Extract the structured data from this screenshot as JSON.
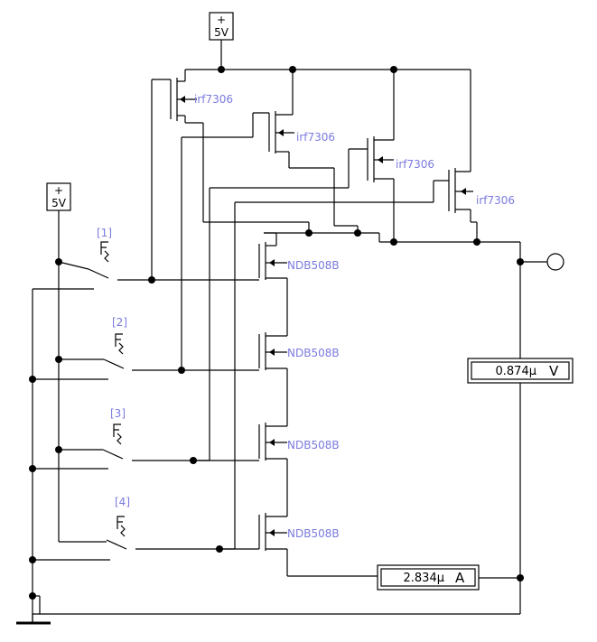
{
  "supplies": [
    {
      "plus": "+",
      "label": "5V"
    },
    {
      "plus": "+",
      "label": "5V"
    }
  ],
  "pmos": [
    {
      "label": "irf7306"
    },
    {
      "label": "irf7306"
    },
    {
      "label": "irf7306"
    },
    {
      "label": "irf7306"
    }
  ],
  "nmos": [
    {
      "label": "NDB508B"
    },
    {
      "label": "NDB508B"
    },
    {
      "label": "NDB508B"
    },
    {
      "label": "NDB508B"
    }
  ],
  "switches": [
    {
      "label": "[1]"
    },
    {
      "label": "[2]"
    },
    {
      "label": "[3]"
    },
    {
      "label": "[4]"
    }
  ],
  "voltmeter": {
    "value": "0.874μ",
    "unit": "V"
  },
  "ammeter": {
    "value": "2.834μ",
    "unit": "A"
  },
  "colors": {
    "label": "#7a7ae0",
    "wire": "#000000",
    "background": "#ffffff"
  }
}
